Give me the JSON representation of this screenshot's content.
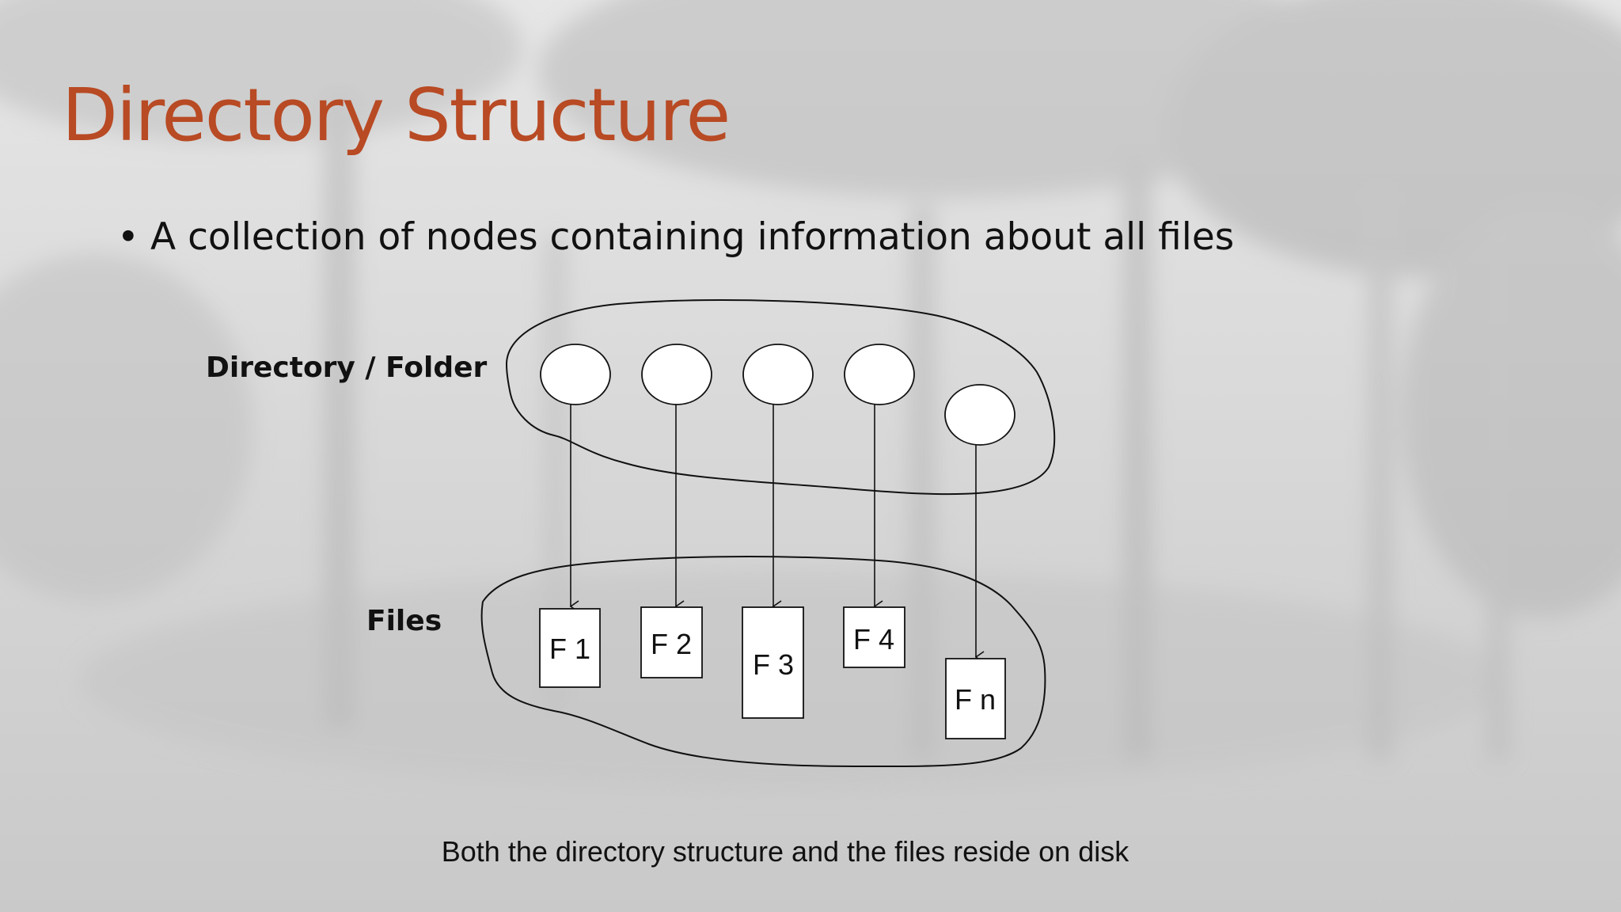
{
  "slide": {
    "title": "Directory Structure",
    "bullet": "A collection of nodes containing information about all files",
    "bullet_symbol": "•",
    "footer": "Both the directory structure and the files reside on disk"
  },
  "diagram": {
    "directory_label": "Directory / Folder",
    "files_label": "Files",
    "directory_nodes": 5,
    "files": [
      {
        "label": "F 1"
      },
      {
        "label": "F 2"
      },
      {
        "label": "F 3"
      },
      {
        "label": "F 4"
      },
      {
        "label": "F n"
      }
    ]
  },
  "colors": {
    "title": "#b84a24",
    "text": "#111111",
    "node_fill": "#ffffff",
    "stroke": "#111111"
  }
}
